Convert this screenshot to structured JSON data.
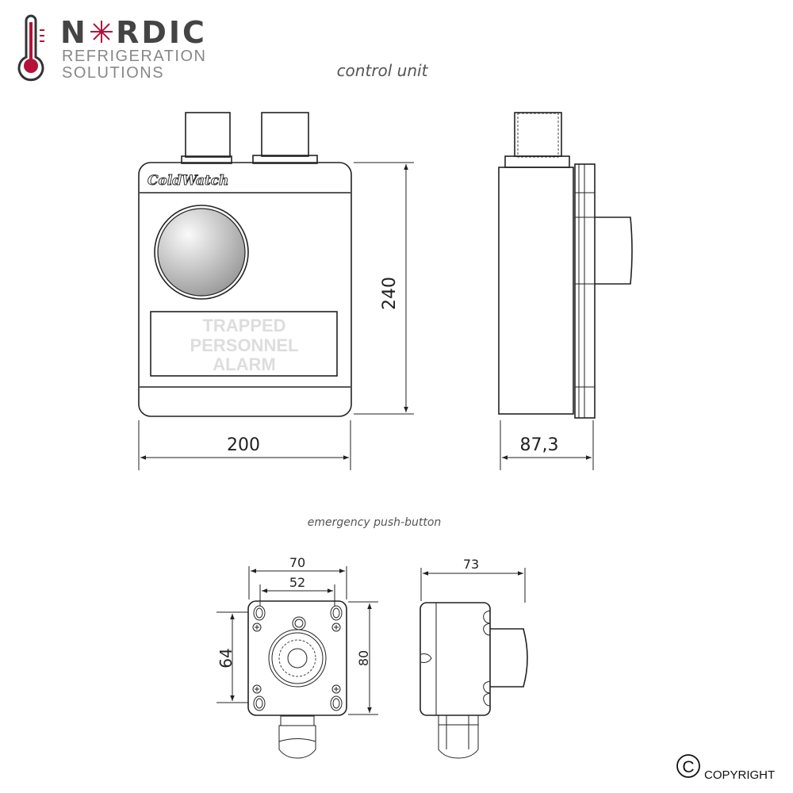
{
  "logo": {
    "brand": "NORDIC",
    "line2": "REFRIGERATION",
    "line3": "SOLUTIONS",
    "accent": "#b5123a"
  },
  "control_unit": {
    "caption": "control unit",
    "brand_label": "ColdWatch",
    "panel_text": [
      "TRAPPED",
      "PERSONNEL",
      "ALARM"
    ],
    "dims": {
      "height": "240",
      "width": "200",
      "depth": "87,3"
    }
  },
  "push_button": {
    "caption": "emergency push-button",
    "dims": {
      "width": "70",
      "hole_spacing_x": "52",
      "hole_spacing_y": "64",
      "height": "80",
      "depth": "73"
    }
  },
  "copyright": {
    "symbol": "C",
    "label": "COPYRIGHT"
  }
}
